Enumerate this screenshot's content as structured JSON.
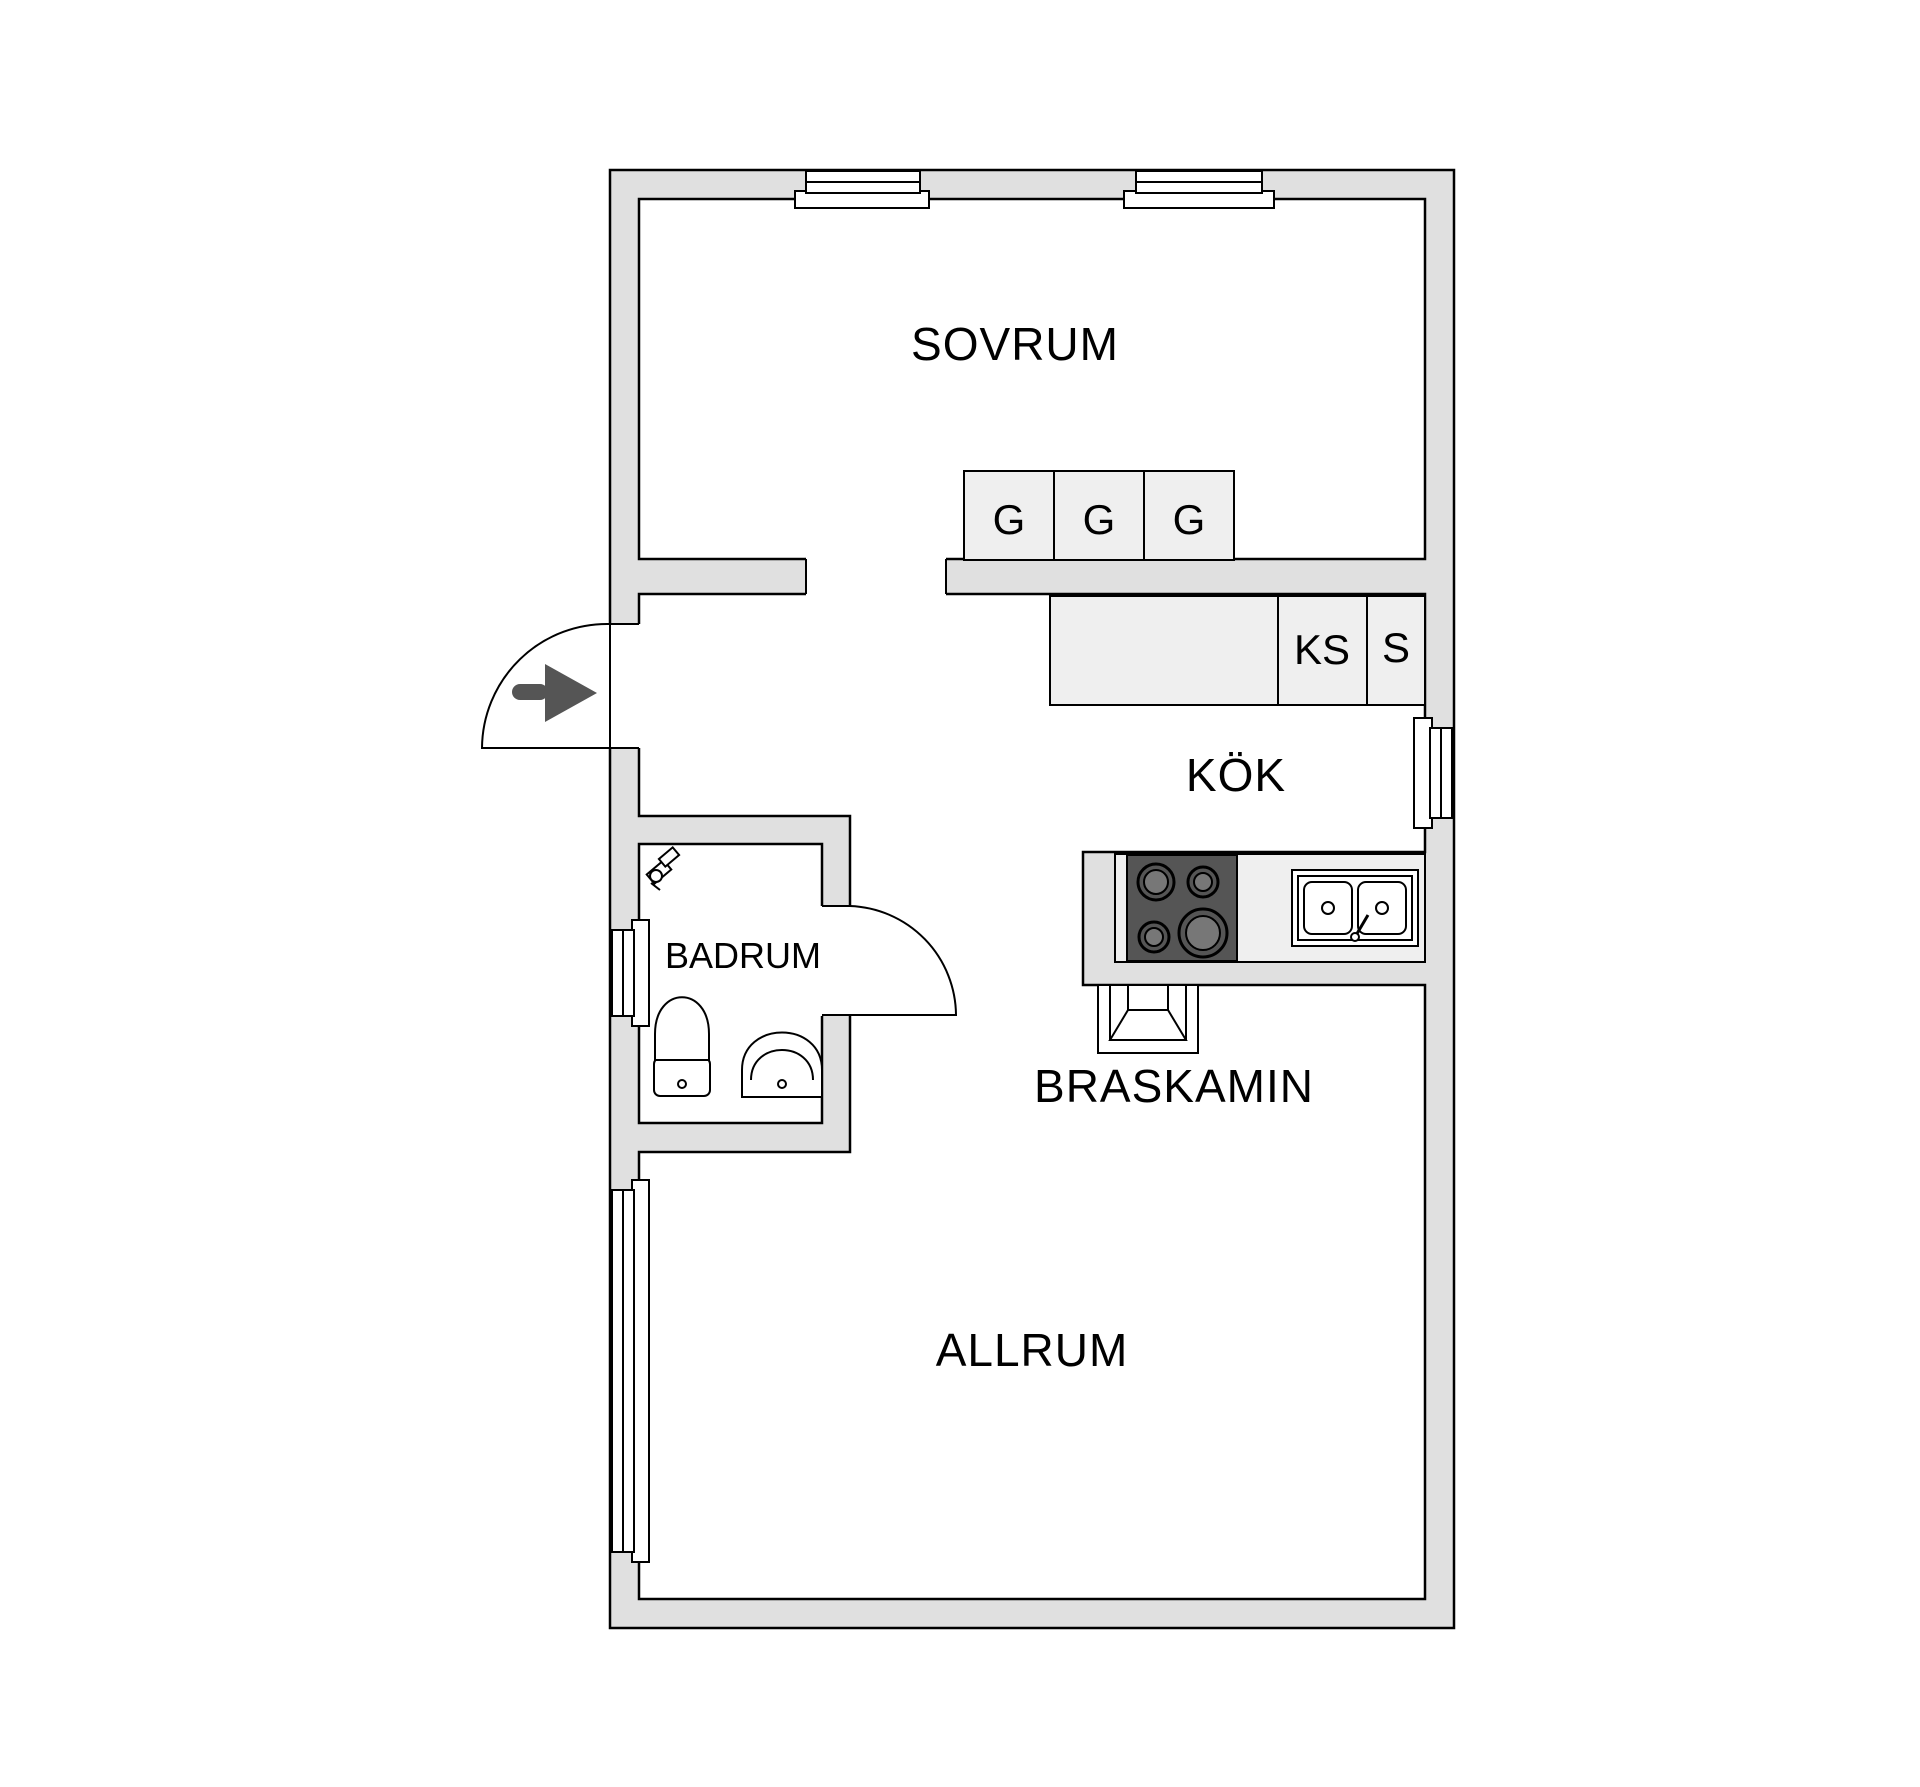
{
  "rooms": {
    "sovrum": "SOVRUM",
    "kok": "KÖK",
    "badrum": "BADRUM",
    "allrum": "ALLRUM",
    "braskamin": "BRASKAMIN"
  },
  "fixtures": {
    "wardrobe_1": "G",
    "wardrobe_2": "G",
    "wardrobe_3": "G",
    "fridge_freezer": "KS",
    "freezer": "S"
  },
  "colors": {
    "wall_fill": "#e0e0e0",
    "cabinet_fill": "#efefef",
    "stove_fill": "#555555",
    "arrow": "#555555",
    "line": "#000000"
  },
  "icons": {
    "entry": "entry-arrow-icon",
    "shower": "shower-icon",
    "toilet": "toilet-icon",
    "sink": "sink-icon",
    "stove": "stove-icon",
    "kitchen_sink": "kitchen-sink-icon",
    "fireplace": "fireplace-icon"
  }
}
